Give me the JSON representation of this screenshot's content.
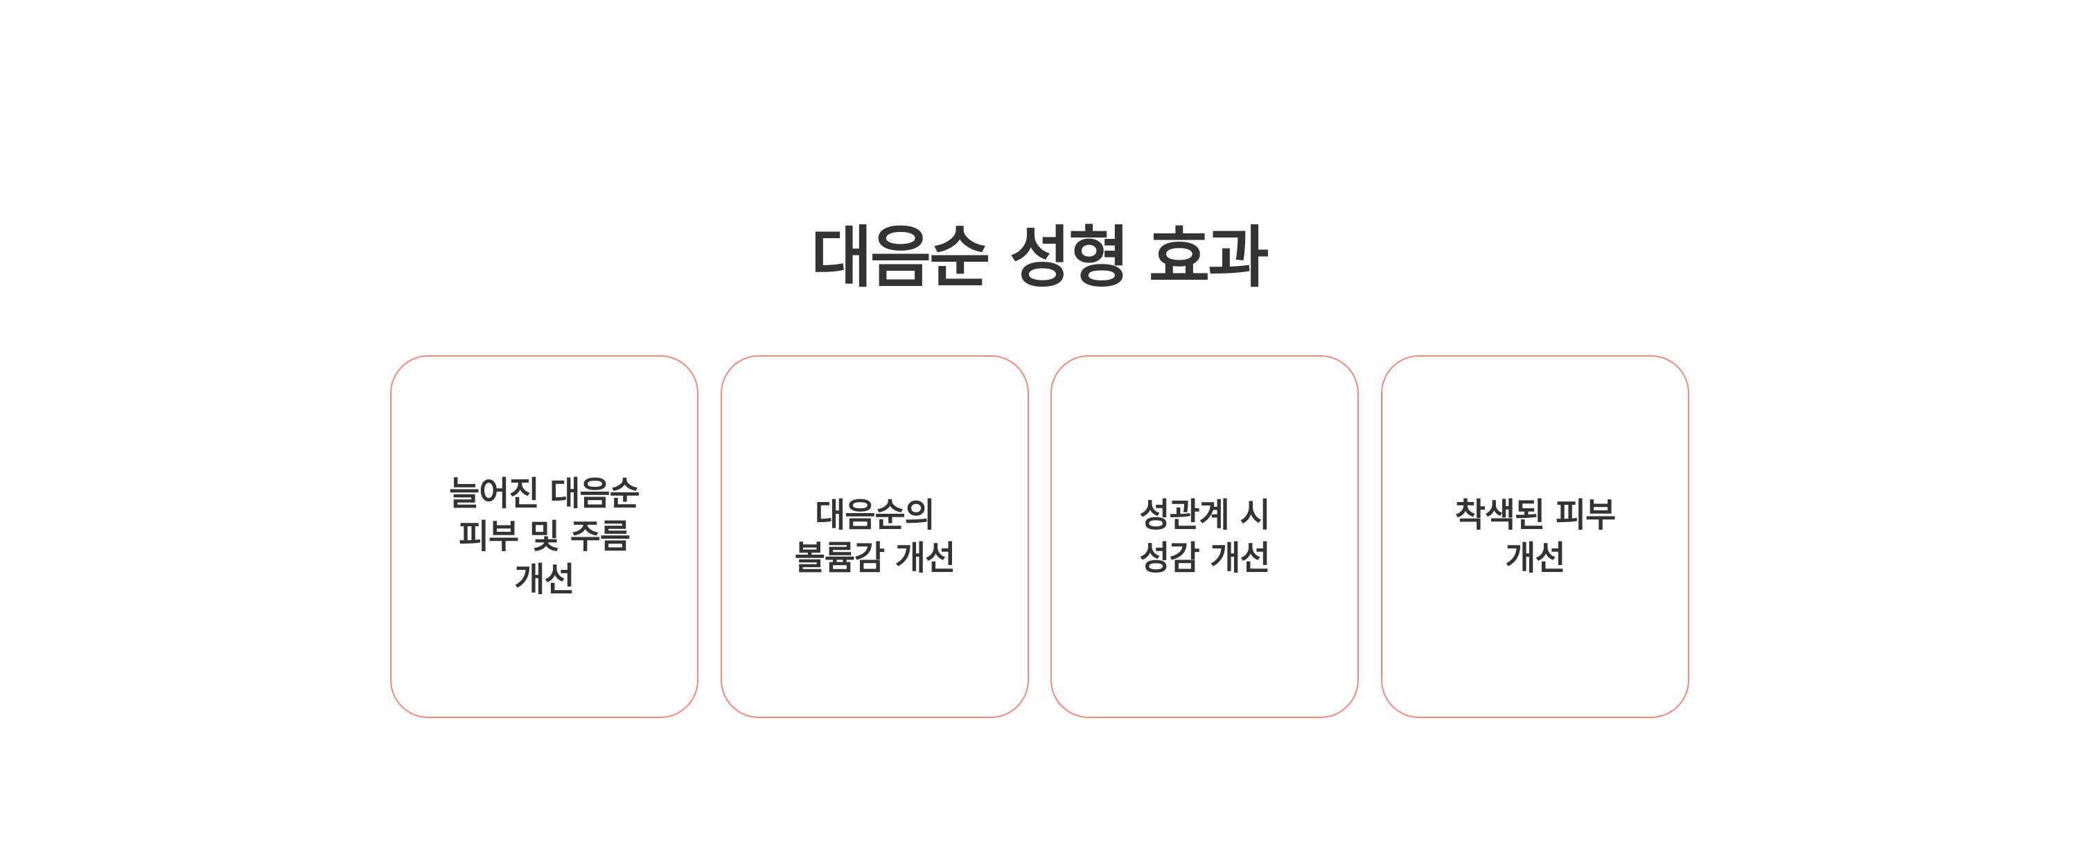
{
  "title": "대음순 성형 효과",
  "colors": {
    "card_border": "#f08a7e",
    "text": "#333333",
    "background": "#ffffff"
  },
  "effects": [
    {
      "text": "늘어진 대음순\n피부 및 주름\n개선"
    },
    {
      "text": "대음순의\n볼륨감 개선"
    },
    {
      "text": "성관계 시\n성감 개선"
    },
    {
      "text": "착색된 피부\n개선"
    }
  ]
}
